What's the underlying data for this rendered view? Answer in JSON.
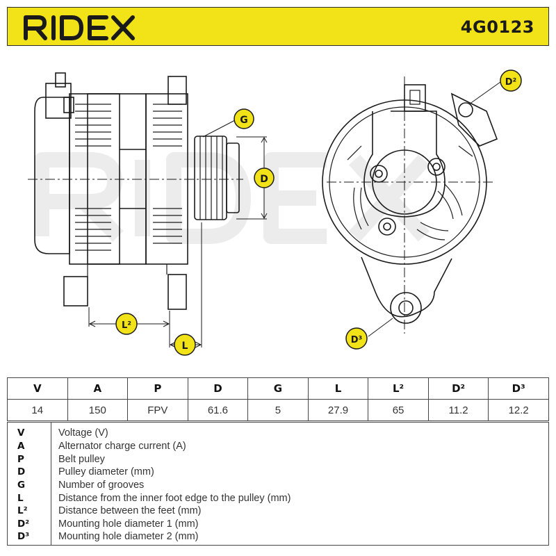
{
  "header": {
    "brand": "RIDEX",
    "part_number": "4G0123",
    "colors": {
      "band": "#f2e218",
      "ink": "#1a1a1a"
    }
  },
  "drawing": {
    "callouts": {
      "g": "G",
      "d": "D",
      "d2": "D²",
      "d3": "D³",
      "l": "L",
      "l2": "L²"
    },
    "callout_color": "#f2e218"
  },
  "spec_table": {
    "headers": [
      "V",
      "A",
      "P",
      "D",
      "G",
      "L",
      "L²",
      "D²",
      "D³"
    ],
    "values": [
      "14",
      "150",
      "FPV",
      "61.6",
      "5",
      "27.9",
      "65",
      "11.2",
      "12.2"
    ]
  },
  "legend": [
    {
      "symbol": "V",
      "text": "Voltage (V)"
    },
    {
      "symbol": "A",
      "text": "Alternator charge current (A)"
    },
    {
      "symbol": "P",
      "text": "Belt pulley"
    },
    {
      "symbol": "D",
      "text": "Pulley diameter (mm)"
    },
    {
      "symbol": "G",
      "text": "Number of grooves"
    },
    {
      "symbol": "L",
      "text": "Distance from the inner foot edge to the pulley (mm)"
    },
    {
      "symbol": "L²",
      "text": "Distance between the feet (mm)"
    },
    {
      "symbol": "D²",
      "text": "Mounting hole diameter 1 (mm)"
    },
    {
      "symbol": "D³",
      "text": "Mounting hole diameter 2 (mm)"
    }
  ]
}
